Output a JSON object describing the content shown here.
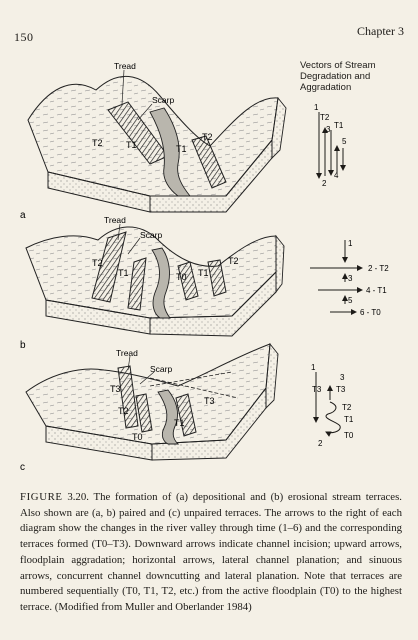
{
  "page": {
    "page_number": "150",
    "chapter": "Chapter 3"
  },
  "vectors_title": [
    "Vectors of Stream",
    "Degradation and",
    "Aggradation"
  ],
  "panels": {
    "a": {
      "letter": "a",
      "tread": "Tread",
      "scarp": "Scarp",
      "terraces": [
        "T2",
        "T1",
        "T1",
        "T2"
      ],
      "vector_labels": [
        "1",
        "T2",
        "T1",
        "3",
        "5",
        "2",
        "4"
      ]
    },
    "b": {
      "letter": "b",
      "tread": "Tread",
      "scarp": "Scarp",
      "terraces": [
        "T2",
        "T1",
        "T0",
        "T1",
        "T2"
      ],
      "vector_labels": [
        "1",
        "2 - T2",
        "3",
        "4 - T1",
        "5",
        "6 - T0"
      ]
    },
    "c": {
      "letter": "c",
      "tread": "Tread",
      "scarp": "Scarp",
      "terraces": [
        "T3",
        "T2",
        "T0",
        "T1",
        "T3"
      ],
      "vector_labels": [
        "1",
        "T3",
        "3",
        "T3",
        "T2",
        "T1",
        "T0",
        "2"
      ]
    }
  },
  "caption": {
    "label": "FIGURE",
    "number": "3.20.",
    "text": "The formation of (a) depositional and (b) erosional stream terraces. Also shown are (a, b) paired and (c) unpaired terraces. The arrows to the right of each diagram show the changes in the river valley through time (1–6) and the corresponding terraces formed (T0–T3). Downward arrows indicate channel incision; upward arrows, floodplain aggradation; horizontal arrows, lateral channel planation; and sinuous arrows, concurrent channel downcutting and lateral planation. Note that terraces are numbered sequentially (T0, T1, T2, etc.) from the active floodplain (T0) to the highest terrace. (Modified from Muller and Oberlander 1984)"
  }
}
